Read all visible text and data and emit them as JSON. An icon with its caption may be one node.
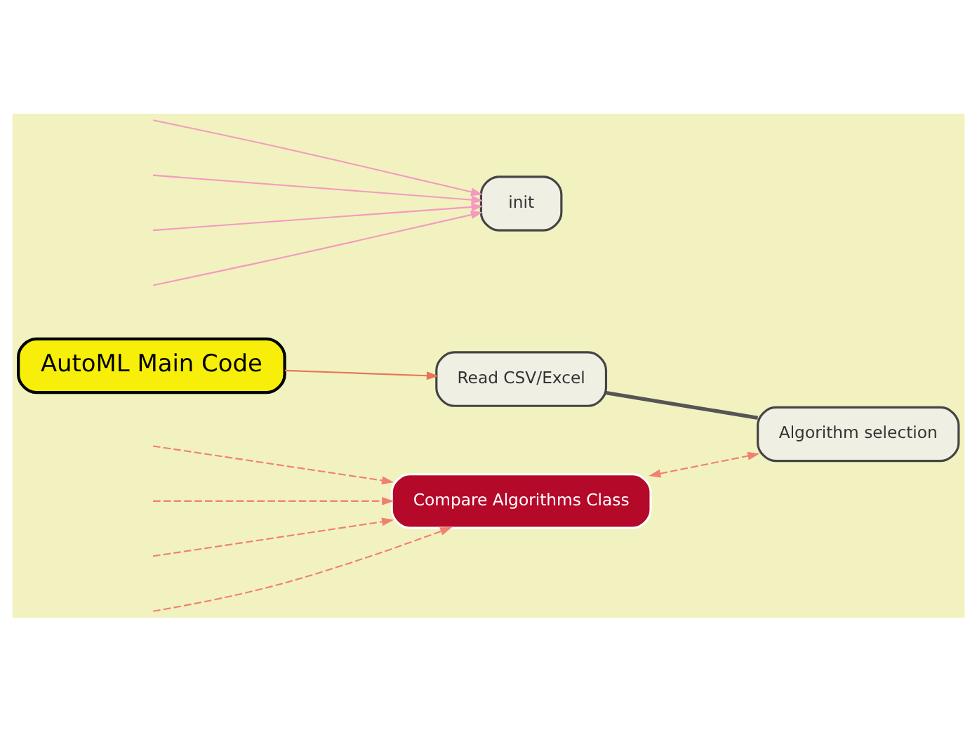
{
  "diagram": {
    "nodes": [
      {
        "text": [
          "AutoML Main Code"
        ]
      },
      {
        "text": [
          "Read CSV/Excel"
        ]
      },
      {
        "text": [
          "Algorithm selection"
        ]
      },
      {
        "text": [
          "Compare Algorithms Class"
        ]
      },
      {
        "text": [
          "init"
        ]
      }
    ],
    "edges": [
      {
        "from": 0,
        "to": 1,
        "arrow": "to",
        "color": "#e8735a"
      },
      {
        "from": 1,
        "to": 2,
        "arrow": "none",
        "style": "thick",
        "color": "#555555"
      },
      {
        "from": 3,
        "to": 2,
        "arrow": "both",
        "style": "dashed",
        "color": "#f08070"
      },
      {
        "from": null,
        "to": 4,
        "arrow": "to",
        "color": "#f49ac1"
      },
      {
        "from": null,
        "to": 4,
        "arrow": "to",
        "color": "#f49ac1"
      },
      {
        "from": null,
        "to": 4,
        "arrow": "to",
        "color": "#f49ac1"
      },
      {
        "from": null,
        "to": 4,
        "arrow": "to",
        "color": "#f49ac1"
      },
      {
        "from": null,
        "to": 3,
        "arrow": "to",
        "style": "dashed",
        "color": "#f08070"
      },
      {
        "from": null,
        "to": 3,
        "arrow": "to",
        "style": "dashed",
        "color": "#f08070"
      },
      {
        "from": null,
        "to": 3,
        "arrow": "to",
        "style": "dashed",
        "color": "#f08070"
      },
      {
        "from": null,
        "to": 3,
        "arrow": "to",
        "style": "dashed",
        "color": "#f08070"
      }
    ]
  }
}
